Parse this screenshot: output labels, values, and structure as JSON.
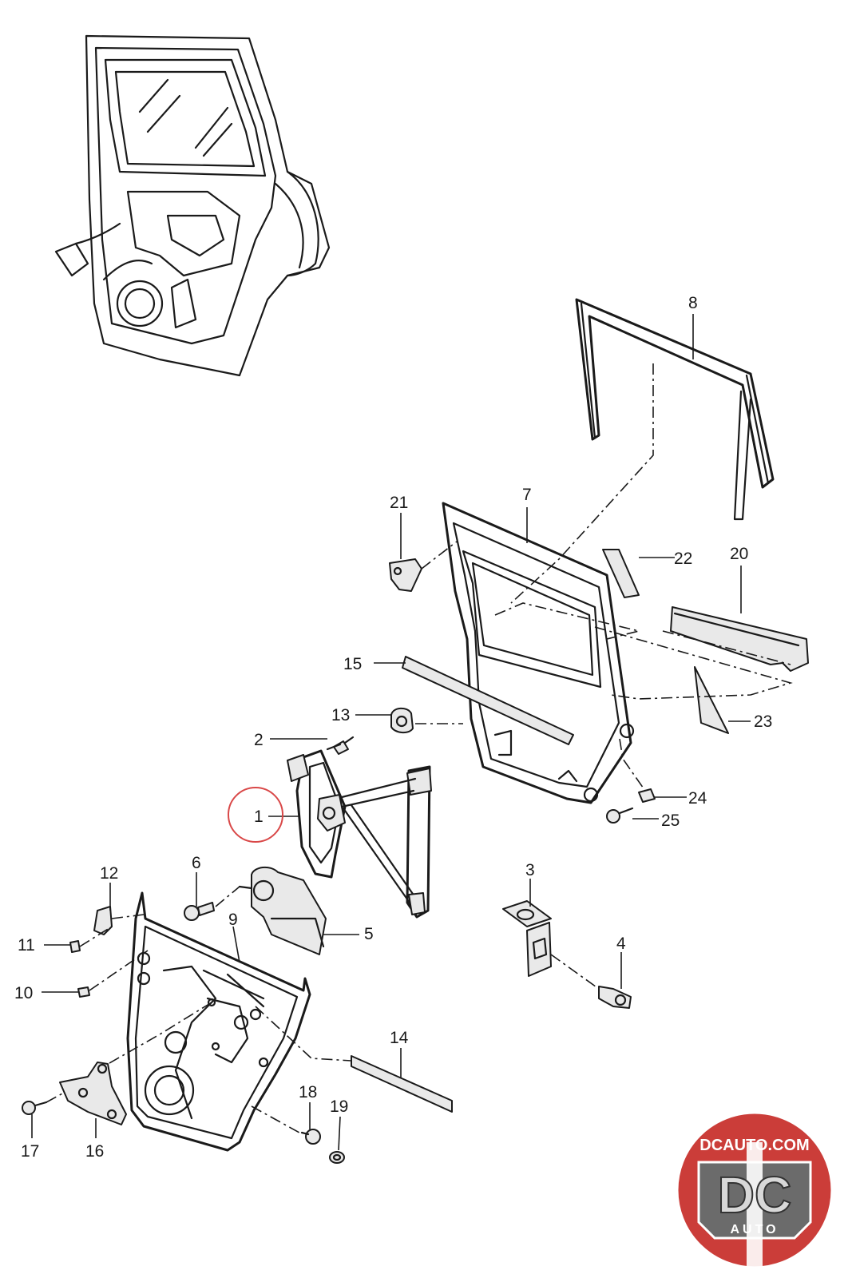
{
  "callouts": [
    {
      "id": "1",
      "label": "1"
    },
    {
      "id": "2",
      "label": "2"
    },
    {
      "id": "3",
      "label": "3"
    },
    {
      "id": "4",
      "label": "4"
    },
    {
      "id": "5",
      "label": "5"
    },
    {
      "id": "6",
      "label": "6"
    },
    {
      "id": "7",
      "label": "7"
    },
    {
      "id": "8",
      "label": "8"
    },
    {
      "id": "9",
      "label": "9"
    },
    {
      "id": "10",
      "label": "10"
    },
    {
      "id": "11",
      "label": "11"
    },
    {
      "id": "12",
      "label": "12"
    },
    {
      "id": "13",
      "label": "13"
    },
    {
      "id": "14",
      "label": "14"
    },
    {
      "id": "15",
      "label": "15"
    },
    {
      "id": "16",
      "label": "16"
    },
    {
      "id": "17",
      "label": "17"
    },
    {
      "id": "18",
      "label": "18"
    },
    {
      "id": "19",
      "label": "19"
    },
    {
      "id": "20",
      "label": "20"
    },
    {
      "id": "21",
      "label": "21"
    },
    {
      "id": "22",
      "label": "22"
    },
    {
      "id": "23",
      "label": "23"
    },
    {
      "id": "24",
      "label": "24"
    },
    {
      "id": "25",
      "label": "25"
    }
  ],
  "highlighted_callout": "1",
  "colors": {
    "line": "#1a1a1a",
    "highlight_circle": "#d94848",
    "logo_red": "#c8332e",
    "logo_grey": "#5b5b5b"
  },
  "logo": {
    "top_text": "DCAUTO.COM",
    "main_text": "DC",
    "sub_text": "AUTO"
  }
}
